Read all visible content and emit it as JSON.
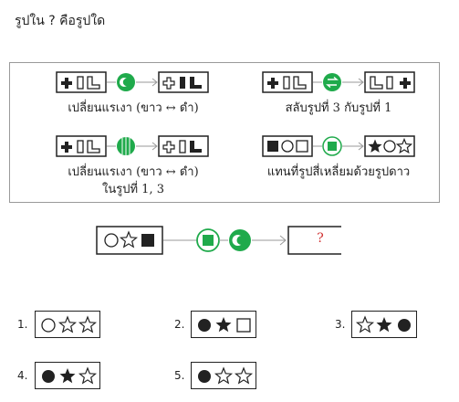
{
  "question": "รูปใน ? คือรูปใด",
  "rules": [
    {
      "caption": "เปลี่ยนแรเงา (ขาว ↔ ดำ)"
    },
    {
      "caption": "สลับรูปที่ 3 กับรูปที่ 1"
    },
    {
      "caption_line1": "เปลี่ยนแรเงา (ขาว ↔ ดำ)",
      "caption_line2": "ในรูปที่ 1, 3"
    },
    {
      "caption": "แทนที่รูปสี่เหลี่ยมด้วยรูปดาว"
    }
  ],
  "puzzle": {
    "answer_placeholder": "?"
  },
  "options": [
    {
      "number": "1.",
      "shapes": [
        "circle-white",
        "star-white",
        "star-white"
      ]
    },
    {
      "number": "2.",
      "shapes": [
        "circle-black",
        "star-black",
        "square-white"
      ]
    },
    {
      "number": "3.",
      "shapes": [
        "star-white",
        "star-black",
        "circle-black"
      ]
    },
    {
      "number": "4.",
      "shapes": [
        "circle-black",
        "star-black",
        "star-white"
      ]
    },
    {
      "number": "5.",
      "shapes": [
        "circle-black",
        "star-white",
        "star-white"
      ]
    }
  ],
  "colors": {
    "green": "#1faa4b",
    "dark": "#222222",
    "red": "#d03030",
    "gray": "#9a9a9a"
  }
}
